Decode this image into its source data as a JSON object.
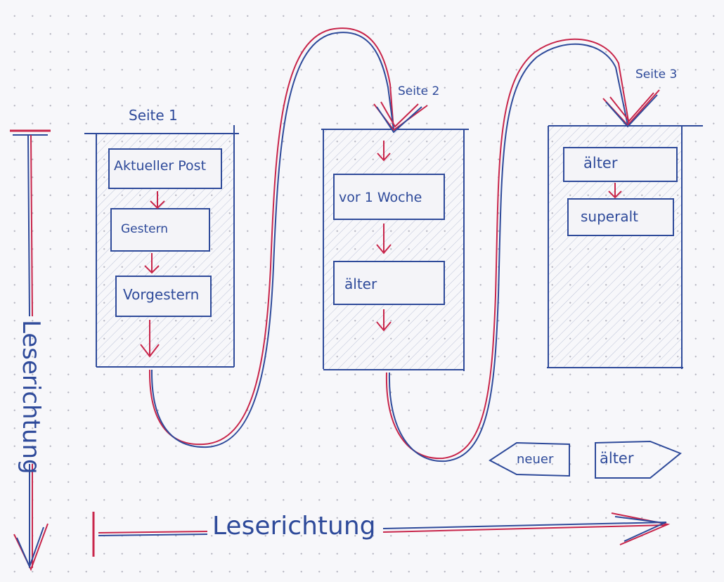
{
  "colors": {
    "ink_blue": "#2e4a9a",
    "ink_red": "#c8254a"
  },
  "pages": [
    {
      "title": "Seite 1",
      "items": [
        "Aktueller Post",
        "Gestern",
        "Vorgestern"
      ]
    },
    {
      "title": "Seite 2",
      "items": [
        "vor 1 Woche",
        "älter"
      ]
    },
    {
      "title": "Seite 3",
      "items": [
        "älter",
        "superalt"
      ]
    }
  ],
  "nav": {
    "newer": "neuer",
    "older": "älter"
  },
  "reading_direction": {
    "vertical": "Leserichtung",
    "horizontal": "Leserichtung"
  }
}
